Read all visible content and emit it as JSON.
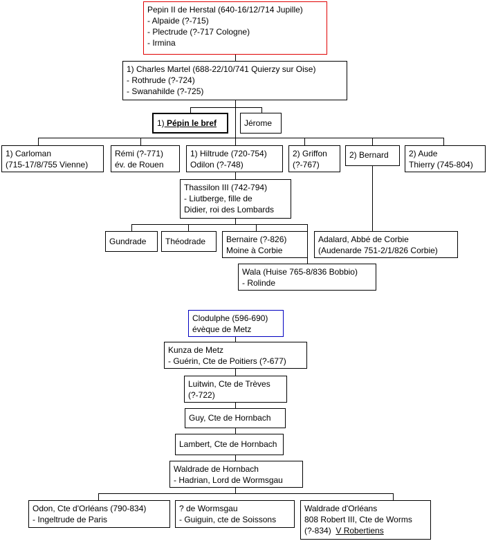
{
  "boxes": {
    "pepin_herstal": [
      "Pepin II de Herstal  (640-16/12/714 Jupille)",
      "- Alpaide (?-715)",
      "- Plectrude (?-717 Cologne)",
      "- Irmina"
    ],
    "charles_martel": [
      "1) Charles Martel (688-22/10/741 Quierzy sur Oise)",
      "- Rothrude (?-724)",
      "- Swanahilde (?-725)"
    ],
    "pepin_bref": {
      "prefix": "1)",
      "name": " Pépin le bref"
    },
    "jerome": [
      "Jérome"
    ],
    "carloman": [
      "1) Carloman",
      "(715-17/8/755 Vienne)"
    ],
    "remi": [
      "Rémi (?-771)",
      "év. de Rouen"
    ],
    "hiltrude": [
      "1) Hiltrude (720-754)",
      "Odilon (?-748)"
    ],
    "griffon": [
      "2) Griffon",
      "(?-767)"
    ],
    "bernard": [
      "2) Bernard"
    ],
    "aude": [
      "2) Aude",
      "Thierry (745-804)"
    ],
    "thassilon": [
      "Thassilon III (742-794)",
      "- Liutberge, fille de",
      "Didier, roi des Lombards"
    ],
    "gundrade": [
      "Gundrade"
    ],
    "theodrade": [
      "Théodrade"
    ],
    "bernaire": [
      "Bernaire (?-826)",
      "Moine à Corbie"
    ],
    "adalard": [
      "Adalard, Abbé de Corbie",
      "(Audenarde 751-2/1/826 Corbie)"
    ],
    "wala": [
      "Wala (Huise 765-8/836 Bobbio)",
      "- Rolinde"
    ],
    "clodulphe": [
      "Clodulphe (596-690)",
      "évèque de Metz"
    ],
    "kunza": [
      "Kunza de Metz",
      "- Guérin, Cte de Poitiers (?-677)"
    ],
    "luitwin": [
      "Luitwin, Cte de Trèves",
      "(?-722)"
    ],
    "guy": [
      "Guy, Cte de Hornbach"
    ],
    "lambert": [
      "Lambert, Cte de Hornbach"
    ],
    "waldrade_h": [
      "Waldrade de Hornbach",
      "- Hadrian, Lord de Wormsgau"
    ],
    "odon": [
      "Odon, Cte d'Orléans (790-834)",
      "- Ingeltrude de Paris"
    ],
    "wormsgau": [
      "? de Wormsgau",
      "- Guiguin, cte de Soissons"
    ],
    "waldrade_o": {
      "lines": [
        "Waldrade d'Orléans",
        "808 Robert III, Cte de Worms"
      ],
      "last_prefix": "(?-834)",
      "link": "V Robertiens"
    }
  },
  "colors": {
    "root_border": "#e00000",
    "second_root_border": "#0000c0",
    "line": "#000000"
  }
}
